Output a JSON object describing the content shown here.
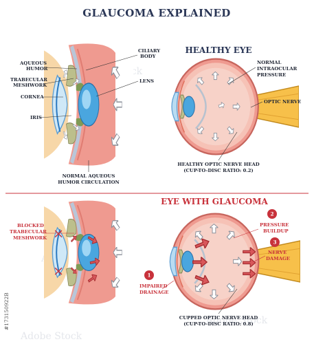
{
  "title": "GLAUCOMA EXPLAINED",
  "healthy": {
    "heading": "HEALTHY EYE",
    "labels": {
      "aqueous": [
        "AQUEOUS",
        "HUMOR"
      ],
      "trabecular": [
        "TRABECULAR",
        "MESHWORK"
      ],
      "cornea": "CORNEA",
      "iris": "IRIS",
      "ciliary": [
        "CILIARY",
        "BODY"
      ],
      "lens": "LENS",
      "circulation": [
        "NORMAL AQUEOUS",
        "HUMOR CIRCULATION"
      ],
      "pressure": [
        "NORMAL",
        "INTRAOCULAR",
        "PRESSURE"
      ],
      "optic_nerve": "OPTIC NERVE",
      "nerve_head": [
        "HEALTHY OPTIC NERVE HEAD",
        "(CUP-TO-DISC RATIO: 0.2)"
      ]
    }
  },
  "glaucoma": {
    "heading": "EYE WITH GLAUCOMA",
    "labels": {
      "blocked": [
        "BLOCKED",
        "TRABECULAR",
        "MESHWORK"
      ],
      "impaired": [
        "IMPAIRED",
        "DRAINAGE"
      ],
      "pressure": [
        "PRESSURE",
        "BUILDUP"
      ],
      "nerve_damage": [
        "NERVE",
        "DAMAGE"
      ],
      "nerve_head": [
        "CUPPED OPTIC NERVE HEAD",
        "(CUP-TO-DISC RATIO: 0.8)"
      ]
    },
    "badges": [
      "1",
      "2",
      "3"
    ]
  },
  "watermark": "Adobe Stock",
  "stock_id": "#173150922B",
  "colors": {
    "navy": "#2a3656",
    "accent_red": "#c8323b",
    "skin": "#f7d7a8",
    "tissue": "#ef9a90",
    "lens": "#4aa6df",
    "iris": "#bcbf8c",
    "nerve": "#f7c04a"
  }
}
